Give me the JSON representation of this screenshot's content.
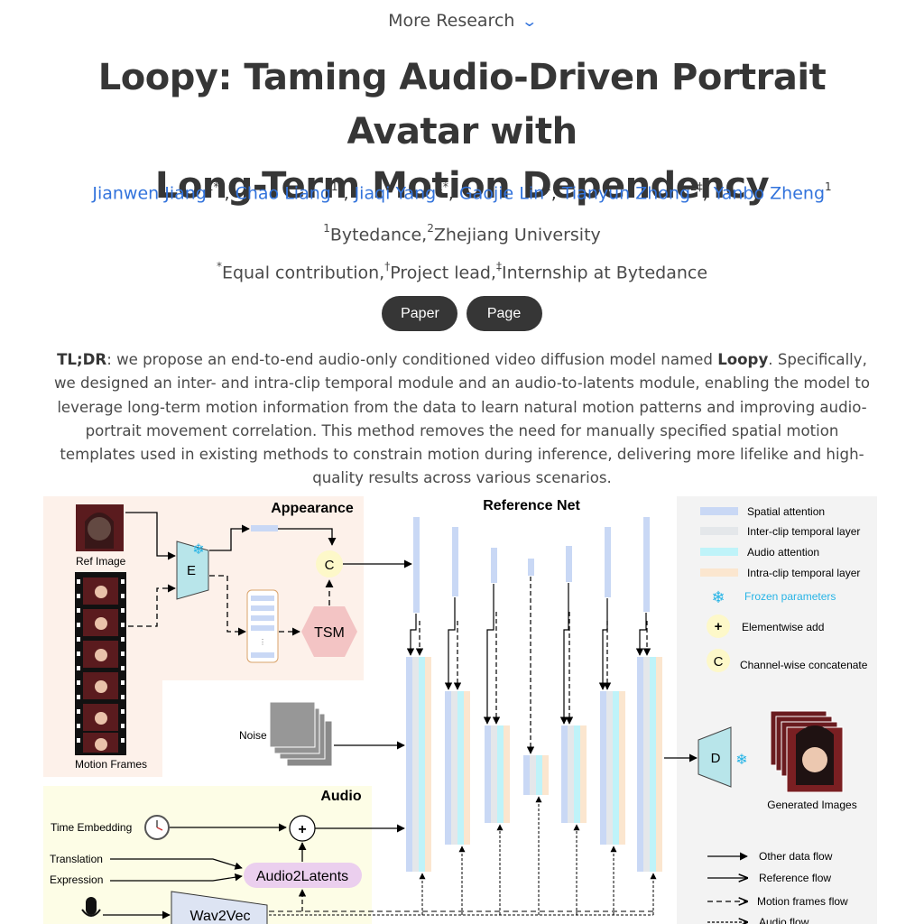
{
  "nav": {
    "more_research": "More Research",
    "chevron_icon": "chevron-down-icon"
  },
  "title": "Loopy: Taming Audio-Driven Portrait Avatar with Long-Term Motion Dependency",
  "title_line1": "Loopy: Taming Audio-Driven Portrait Avatar with",
  "title_line2": "Long-Term Motion Dependency",
  "authors": [
    {
      "name": "Jianwen Jiang",
      "sup": "1*†"
    },
    {
      "name": "Chao Liang",
      "sup": "1*"
    },
    {
      "name": "Jiaqi Yang",
      "sup": "1*"
    },
    {
      "name": "Gaojie Lin",
      "sup": "1"
    },
    {
      "name": "Tianyun Zhong",
      "sup": "2‡"
    },
    {
      "name": "Yanbo Zheng",
      "sup": "1"
    }
  ],
  "affiliations": {
    "sup1": "1",
    "aff1": "Bytedance,",
    "sup2": "2",
    "aff2": "Zhejiang University"
  },
  "notes": {
    "s1": "*",
    "n1": "Equal contribution,",
    "s2": "†",
    "n2": "Project lead,",
    "s3": "‡",
    "n3": "Internship at Bytedance"
  },
  "buttons": {
    "paper": "Paper",
    "page": "Page"
  },
  "tldr": {
    "label": "TL;DR",
    "part1": ": we propose an end-to-end audio-only conditioned video diffusion model named ",
    "model": "Loopy",
    "part2": ". Specifically, we designed an inter- and intra-clip temporal module and an audio-to-latents module, enabling the model to leverage long-term motion information from the data to learn natural motion patterns and improving audio-portrait movement correlation. This method removes the need for manually specified spatial motion templates used in existing methods to constrain motion during inference, delivering more lifelike and high-quality results across various scenarios."
  },
  "figure": {
    "appearance": "Appearance",
    "reference_net": "Reference Net",
    "ref_image": "Ref Image",
    "motion_frames": "Motion Frames",
    "encoder": "E",
    "concat": "C",
    "tsm": "TSM",
    "noise": "Noise",
    "audio": "Audio",
    "time_embedding": "Time Embedding",
    "translation": "Translation",
    "expression": "Expression",
    "audio2latents": "Audio2Latents",
    "wav2vec": "Wav2Vec",
    "plus": "+",
    "decoder": "D",
    "generated_images": "Generated Images",
    "legend": {
      "spatial_attention": "Spatial attention",
      "inter_clip": "Inter-clip temporal layer",
      "audio_attention": "Audio attention",
      "intra_clip": "Intra-clip temporal layer",
      "frozen": "Frozen parameters",
      "elementwise_add": "Elementwise add",
      "channel_concat": "Channel-wise concatenate",
      "other_flow": "Other data flow",
      "reference_flow": "Reference flow",
      "motion_flow": "Motion frames flow",
      "audio_flow": "Audio flow"
    },
    "colors": {
      "spatial": "#c9d8f5",
      "inter": "#e4e7ea",
      "audio_att": "#bff3f9",
      "intra": "#fbe6cf",
      "appearance_bg": "#fdf1ea",
      "audio_bg": "#fdfde6",
      "legend_bg": "#f3f3f3",
      "frozen_text": "#27b4e6"
    }
  }
}
